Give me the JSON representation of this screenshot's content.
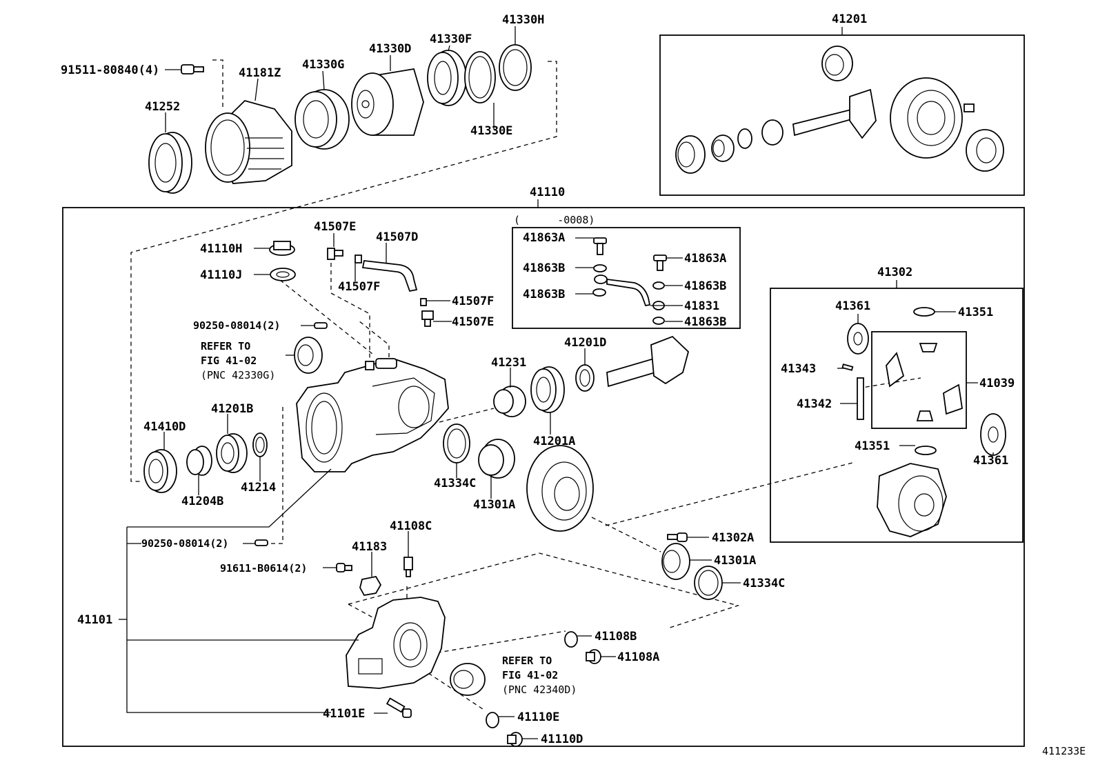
{
  "diagram_id": "411233E",
  "sections": {
    "top_left": {
      "labels": [
        "91511-80840(4)",
        "41181Z",
        "41330G",
        "41330D",
        "41330F",
        "41330H",
        "41252",
        "41330E"
      ]
    },
    "pinion_group": {
      "title": "41201"
    },
    "carrier_group": {
      "title": "41110",
      "serial_note": "(      -0008)",
      "labels": [
        "41110H",
        "41110J",
        "41507E",
        "41507D",
        "41507F",
        "41507F",
        "41507E",
        "90250-08014(2)",
        "41231",
        "41201D",
        "41201A",
        "41410D",
        "41201B",
        "41214",
        "41204B",
        "41334C",
        "41301A",
        "41302A",
        "41301A",
        "41334C",
        "90250-08014(2)",
        "91611-B0614(2)",
        "41183",
        "41108C",
        "41101",
        "41108B",
        "41108A",
        "41101E",
        "41110E",
        "41110D"
      ],
      "refer_note_1": [
        "REFER TO",
        "FIG 41-02",
        "(PNC 42330G)"
      ],
      "refer_note_2": [
        "REFER TO",
        "FIG 41-02",
        "(PNC 42340D)"
      ]
    },
    "breather_group": {
      "labels": [
        "41863A",
        "41863A",
        "41863B",
        "41863B",
        "41863B",
        "41831",
        "41863B"
      ]
    },
    "differential_group": {
      "title": "41302",
      "labels": [
        "41361",
        "41351",
        "41343",
        "41039",
        "41342",
        "41351",
        "41361"
      ]
    }
  }
}
